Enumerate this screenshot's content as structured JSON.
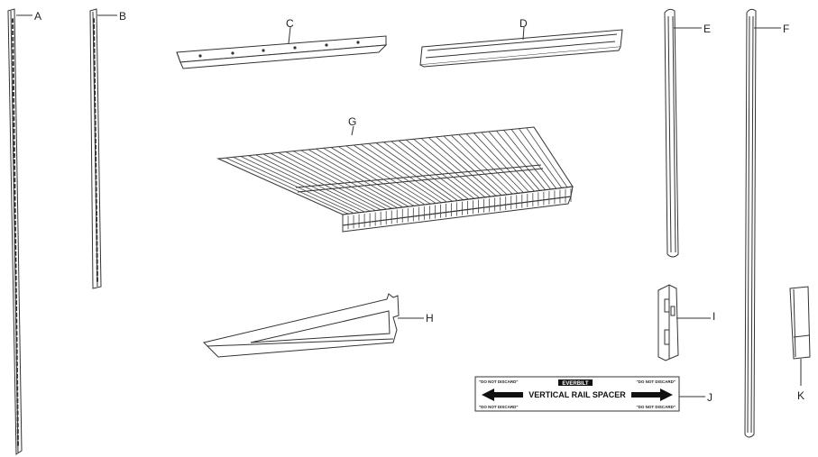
{
  "parts": {
    "A": "A",
    "B": "B",
    "C": "C",
    "D": "D",
    "E": "E",
    "F": "F",
    "G": "G",
    "H": "H",
    "I": "I",
    "J": "J",
    "K": "K"
  },
  "spacer": {
    "brand": "EVERBILT",
    "title": "VERTICAL RAIL SPACER",
    "note_top_left": "\"DO NOT DISCARD\"",
    "note_top_right": "\"DO NOT DISCARD\"",
    "note_bottom_left": "\"DO NOT DISCARD\"",
    "note_bottom_right": "\"DO NOT DISCARD\""
  }
}
